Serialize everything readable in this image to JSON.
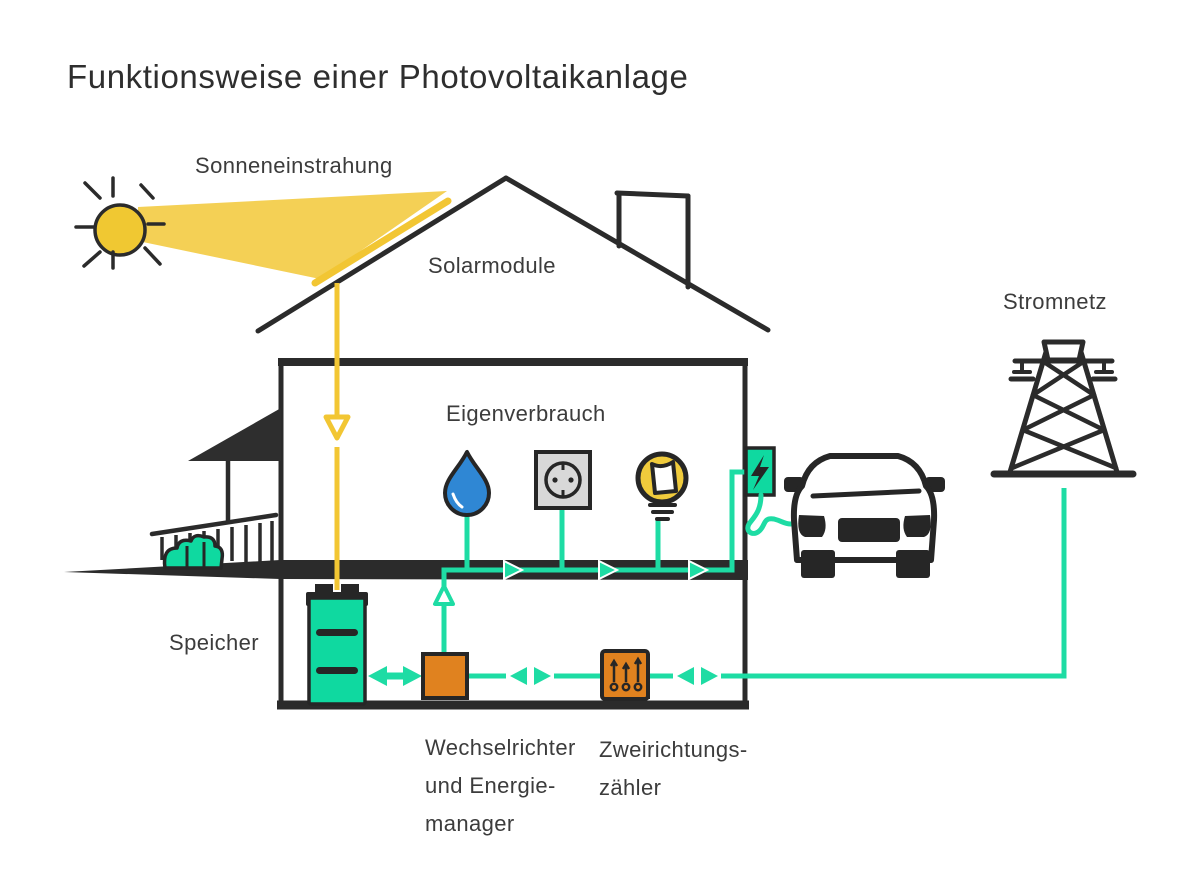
{
  "title": "Funktionsweise einer Photovoltaikanlage",
  "labels": {
    "sun_irradiation": "Sonneneinstrahung",
    "solar_modules": "Solarmodule",
    "self_consumption": "Eigenverbrauch",
    "grid": "Stromnetz",
    "storage": "Speicher",
    "inverter_line1": "Wechselrichter",
    "inverter_line2": "und Energie-",
    "inverter_line3": "manager",
    "meter_line1": "Zweirichtungs-",
    "meter_line2": "zähler"
  },
  "colors": {
    "accent_green": "#1edca4",
    "fill_green": "#0fd9a0",
    "accent_yellow": "#f2c633",
    "sun_yellow": "#f0c832",
    "beam_yellow": "#f4d055",
    "accent_orange": "#e0821f",
    "drop_blue": "#2f87d4",
    "outlet_gray": "#d8d8d8",
    "ink": "#2b2b2b",
    "text": "#3c3c3c"
  },
  "icons": [
    "sun-icon",
    "solar-panel-icon",
    "water-drop-icon",
    "power-outlet-icon",
    "light-bulb-icon",
    "battery-storage-icon",
    "inverter-icon",
    "bidirectional-meter-icon",
    "ev-charger-icon",
    "car-icon",
    "power-pylon-icon",
    "bush-icon"
  ]
}
